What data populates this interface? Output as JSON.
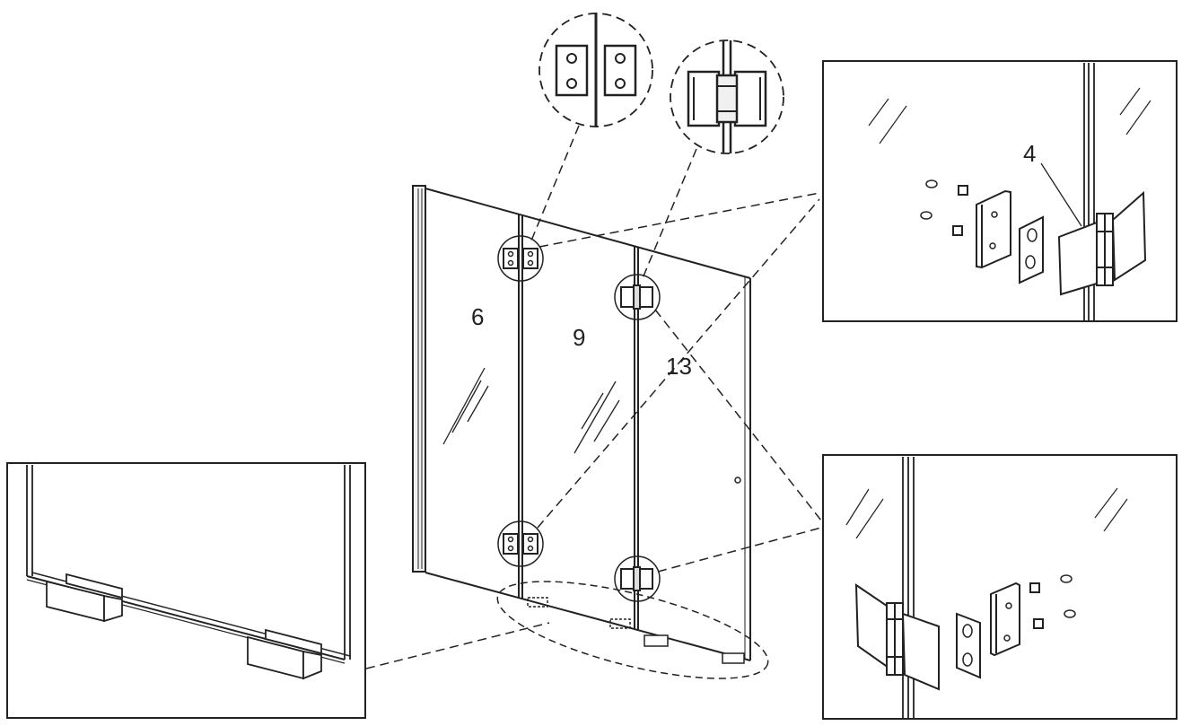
{
  "labels": {
    "panel_a": "6",
    "panel_b": "9",
    "panel_c": "13",
    "hinge_part": "4"
  }
}
